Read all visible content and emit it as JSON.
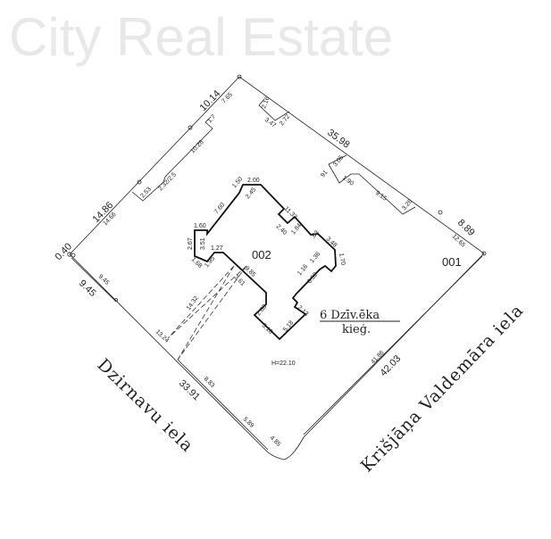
{
  "watermark": "City Real Estate",
  "lots": {
    "main": "002",
    "neighbor": "001"
  },
  "streets": {
    "left": "Dzirnavu iela",
    "right": "Krišjāņa Valdemāra iela"
  },
  "building": {
    "line1": "6 Dzīv.ēka",
    "line2": "kieģ."
  },
  "height_mark": "H=22.10",
  "dims": {
    "d040": "0.40",
    "d1486": "14.86",
    "d1466": "14.66",
    "d1014": "10.14",
    "d765": "7.65",
    "d17": "1.7",
    "d1028": "10.28",
    "d253": "2.53",
    "d2322": "2.32/2.5",
    "d216": "2.16",
    "d347": "3.47",
    "d272": "2.72",
    "d3598": "35.98",
    "d305": "3.05",
    "d91": "91",
    "d190": "1.90",
    "d915": "9.15",
    "d326": "3.26",
    "d889": "8.89",
    "d1265": "12.65",
    "d945a": "9.45",
    "d945b": "9.45",
    "d150": "1.50",
    "d200": "2.00",
    "d245": "2.45",
    "d760": "7.60",
    "d1132": "11.32",
    "d240": "2.40",
    "d184": "1.84",
    "d63": ".63",
    "d348": "3.48",
    "d170": "1.70",
    "d160": "1.60",
    "d267": "2.67",
    "d351": "3.51",
    "d168": "1.68",
    "d195": "1.95",
    "d127": "1.27",
    "d985": "9.85",
    "d361": "3.61",
    "d1432": "14.32",
    "d1324": "13.24",
    "d116": "1.16",
    "d652": "6.52",
    "d213": "2.13",
    "d283": "2.83",
    "d518a": "5.18",
    "d518b": "5.18",
    "d136": "1.36",
    "d3391": "33.91",
    "d883": "8.83",
    "d589": "5.89",
    "d485": "4.85",
    "d4203": "42.03",
    "d4186": "41.86"
  }
}
